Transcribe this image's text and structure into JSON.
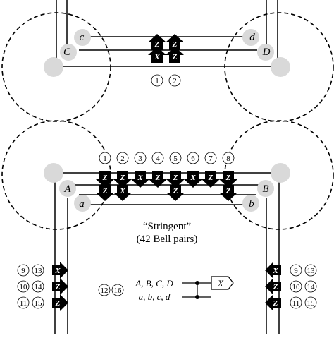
{
  "top": {
    "left_big": "C",
    "left_small": "c",
    "right_big": "D",
    "right_small": "d",
    "gates": [
      "Z",
      "Z",
      "X",
      "Z"
    ],
    "labels": [
      "1",
      "2"
    ]
  },
  "bottom": {
    "left_big": "A",
    "left_small": "a",
    "right_big": "B",
    "right_small": "b",
    "numbers": [
      "1",
      "2",
      "3",
      "4",
      "5",
      "6",
      "7",
      "8"
    ],
    "row1_gates": [
      "Z",
      "Z",
      "X",
      "Z",
      "Z",
      "X",
      "Z",
      "Z"
    ],
    "row2_gates": [
      "Z",
      "X",
      "Z",
      "Z"
    ],
    "caption_line1": "“Stringent”",
    "caption_line2": "(42 Bell pairs)"
  },
  "side": {
    "left_gates": [
      "X",
      "Z",
      "Z"
    ],
    "right_gates": [
      "X",
      "Z",
      "Z"
    ],
    "rows": [
      [
        "9",
        "13"
      ],
      [
        "10",
        "14"
      ],
      [
        "11",
        "15"
      ]
    ]
  },
  "legend": {
    "numbers": [
      "12",
      "16"
    ],
    "control_label": "A, B, C, D",
    "target_label": "a, b, c, d",
    "gate": "X"
  }
}
